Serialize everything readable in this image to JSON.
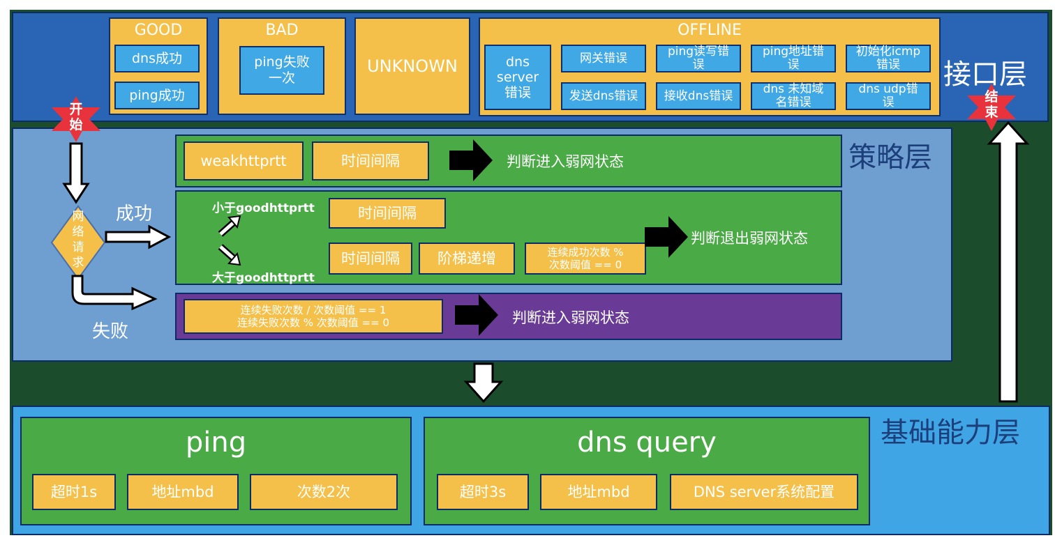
{
  "layers": {
    "interface": "接口层",
    "strategy": "策略层",
    "base": "基础能力层"
  },
  "status_groups": {
    "good": {
      "title": "GOOD",
      "items": [
        "dns成功",
        "ping成功"
      ]
    },
    "bad": {
      "title": "BAD",
      "items": [
        "ping失败\n一次"
      ]
    },
    "unknown": {
      "title": "UNKNOWN"
    },
    "offline": {
      "title": "OFFLINE",
      "items": [
        "dns\nserver\n错误",
        "网关错误",
        "ping读写错\n误",
        "ping地址错\n误",
        "初始化icmp\n错误",
        "发送dns错误",
        "接收dns错误",
        "dns 未知域\n名错误",
        "dns udp错\n误"
      ]
    }
  },
  "flow": {
    "start": "开\n始",
    "end": "结\n束",
    "request": "网\n络\n请\n求",
    "success": "成功",
    "fail": "失败"
  },
  "strategy": {
    "row1": {
      "boxes": [
        "weakhttprtt",
        "时间间隔"
      ],
      "result": "判断进入弱网状态"
    },
    "row2": {
      "less_label": "小于goodhttprtt",
      "greater_label": "大于goodhttprtt",
      "box_interval_top": "时间间隔",
      "box_interval_bottom": "时间间隔",
      "box_step": "阶梯递增",
      "box_condition": "连续成功次数 %\n次数阈值 == 0",
      "result": "判断退出弱网状态"
    },
    "row3": {
      "condition": "连续失败次数 / 次数阈值 == 1\n连续失败次数 % 次数阈值 == 0",
      "result": "判断进入弱网状态"
    }
  },
  "base": {
    "ping": {
      "title": "ping",
      "items": [
        "超时1s",
        "地址mbd",
        "次数2次"
      ]
    },
    "dns": {
      "title": "dns query",
      "items": [
        "超时3s",
        "地址mbd",
        "DNS server系统配置"
      ]
    }
  },
  "colors": {
    "interface_layer": "#2a64b4",
    "strategy_layer": "#6f9fd0",
    "base_layer": "#3fa5e4",
    "orange": "#f4c04a",
    "green": "#4aaa46",
    "purple": "#6a3b96",
    "star": "#e8323c"
  }
}
